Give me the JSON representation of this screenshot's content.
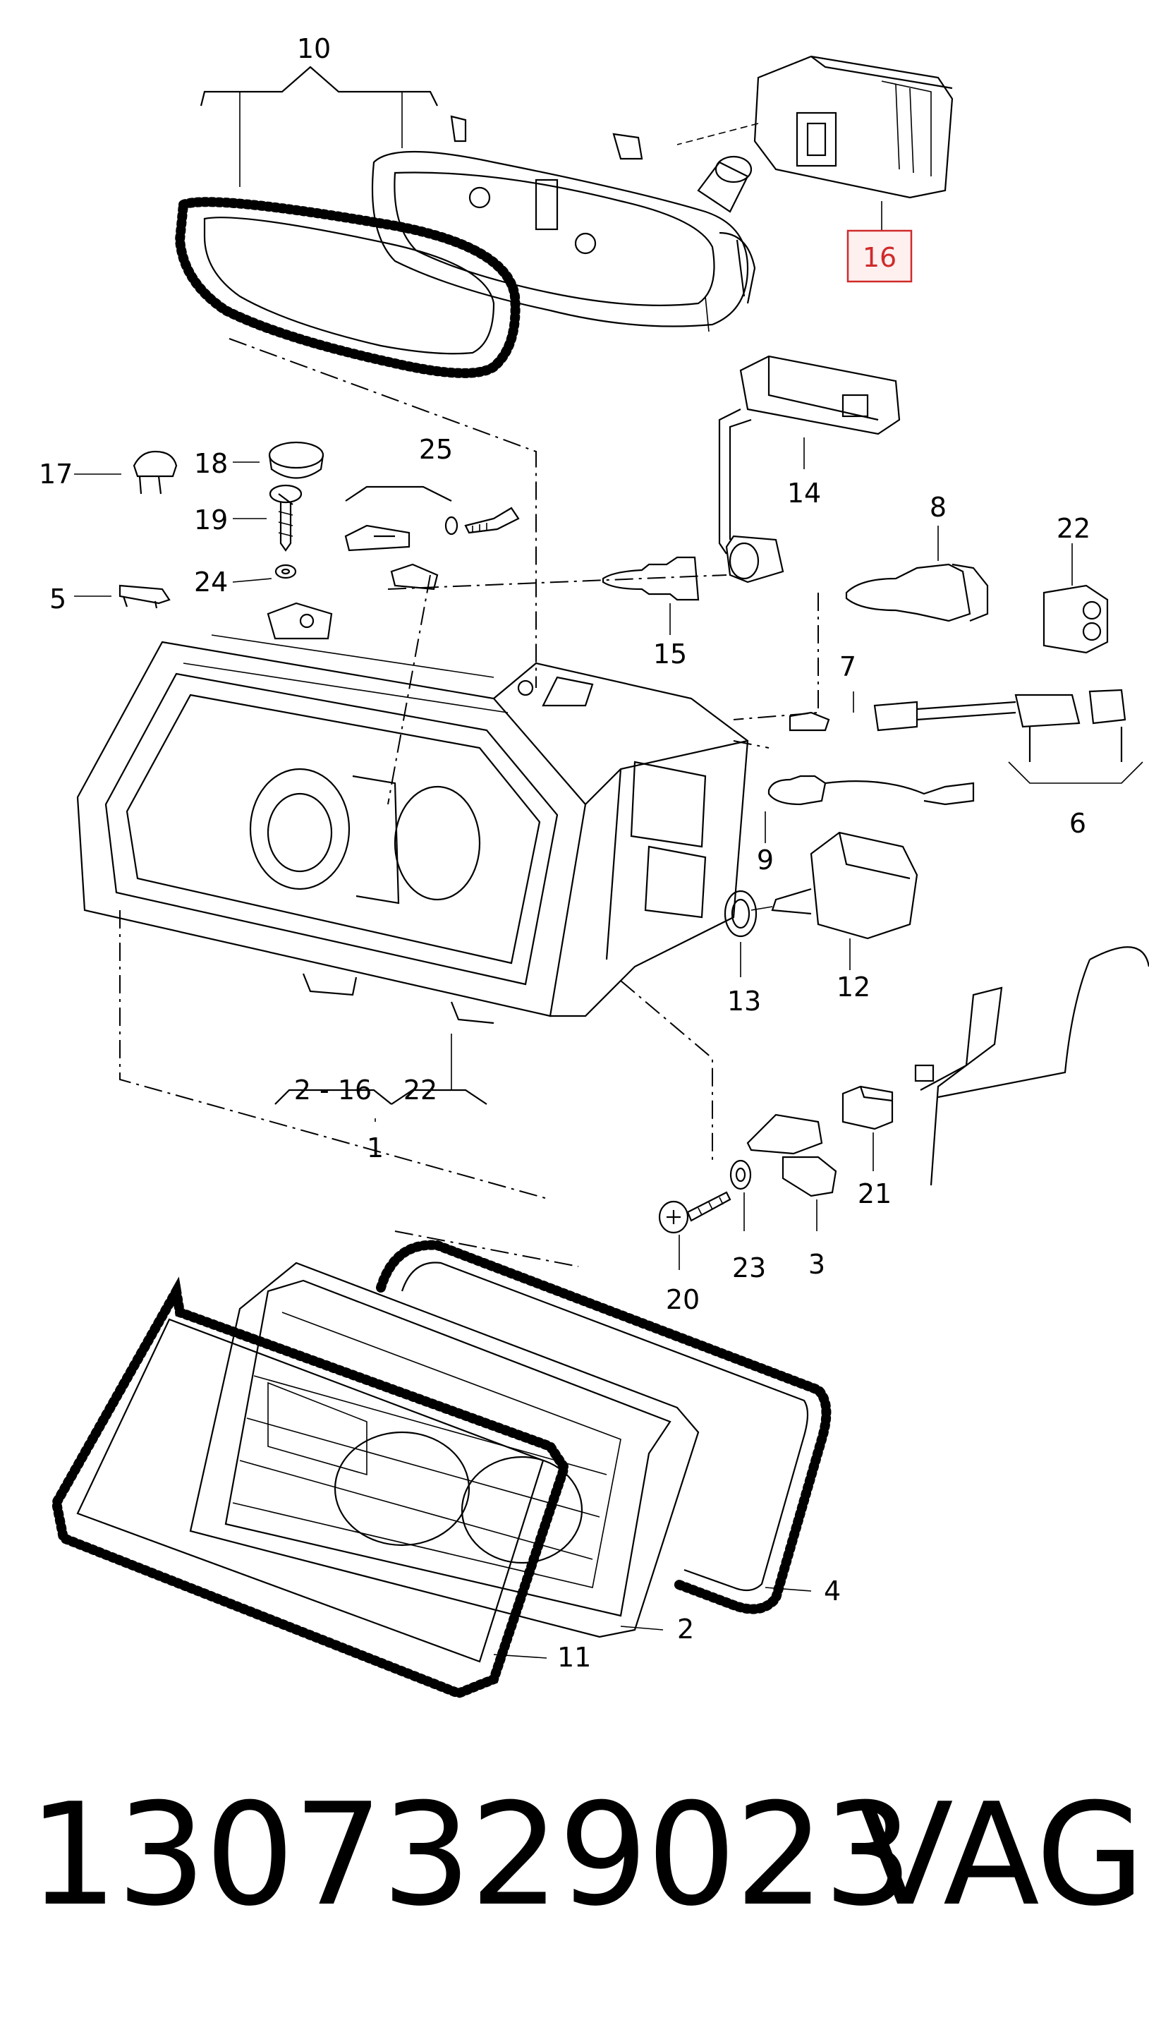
{
  "diagram": {
    "callouts": {
      "c10": "10",
      "c16": "16",
      "c17": "17",
      "c18": "18",
      "c25": "25",
      "c19": "19",
      "c14": "14",
      "c8": "8",
      "c22a": "22",
      "c24": "24",
      "c5": "5",
      "c15": "15",
      "c7": "7",
      "c6": "6",
      "c9": "9",
      "c13": "13",
      "c12": "12",
      "c2_16": "2 - 16",
      "c22b": "22",
      "c1": "1",
      "c21": "21",
      "c20": "20",
      "c23": "23",
      "c3": "3",
      "c4": "4",
      "c2": "2",
      "c11": "11"
    },
    "highlight_color": "#d02a2a"
  },
  "footer": {
    "part_number": "1307329023",
    "brand": "VAG"
  }
}
